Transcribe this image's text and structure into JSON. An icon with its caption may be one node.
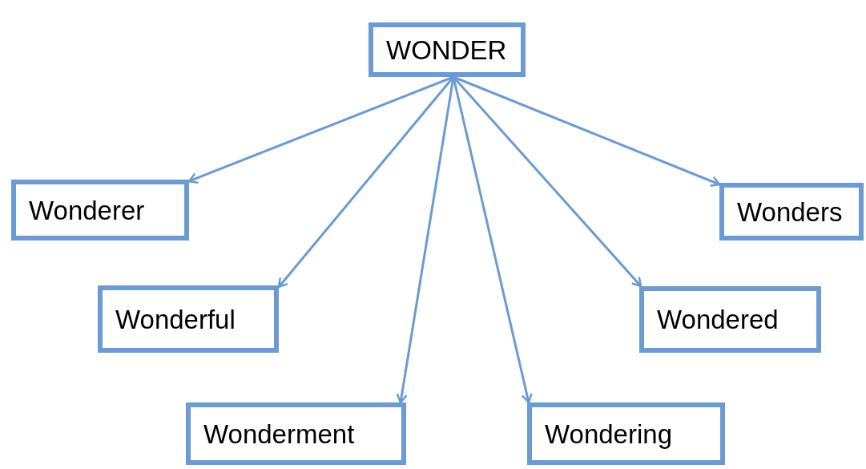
{
  "diagram": {
    "nodes": [
      {
        "text": [
          "WONDER"
        ]
      },
      {
        "text": [
          "Wonderer"
        ]
      },
      {
        "text": [
          "Wonderful"
        ]
      },
      {
        "text": [
          "Wonderment"
        ]
      },
      {
        "text": [
          "Wondering"
        ]
      },
      {
        "text": [
          "Wondered"
        ]
      },
      {
        "text": [
          "Wonders"
        ]
      }
    ],
    "edges": [
      {
        "from": 0,
        "to": 1,
        "arrow": "to"
      },
      {
        "from": 0,
        "to": 2,
        "arrow": "to"
      },
      {
        "from": 0,
        "to": 3,
        "arrow": "to"
      },
      {
        "from": 0,
        "to": 4,
        "arrow": "to"
      },
      {
        "from": 0,
        "to": 5,
        "arrow": "to"
      },
      {
        "from": 0,
        "to": 6,
        "arrow": "to"
      }
    ]
  }
}
